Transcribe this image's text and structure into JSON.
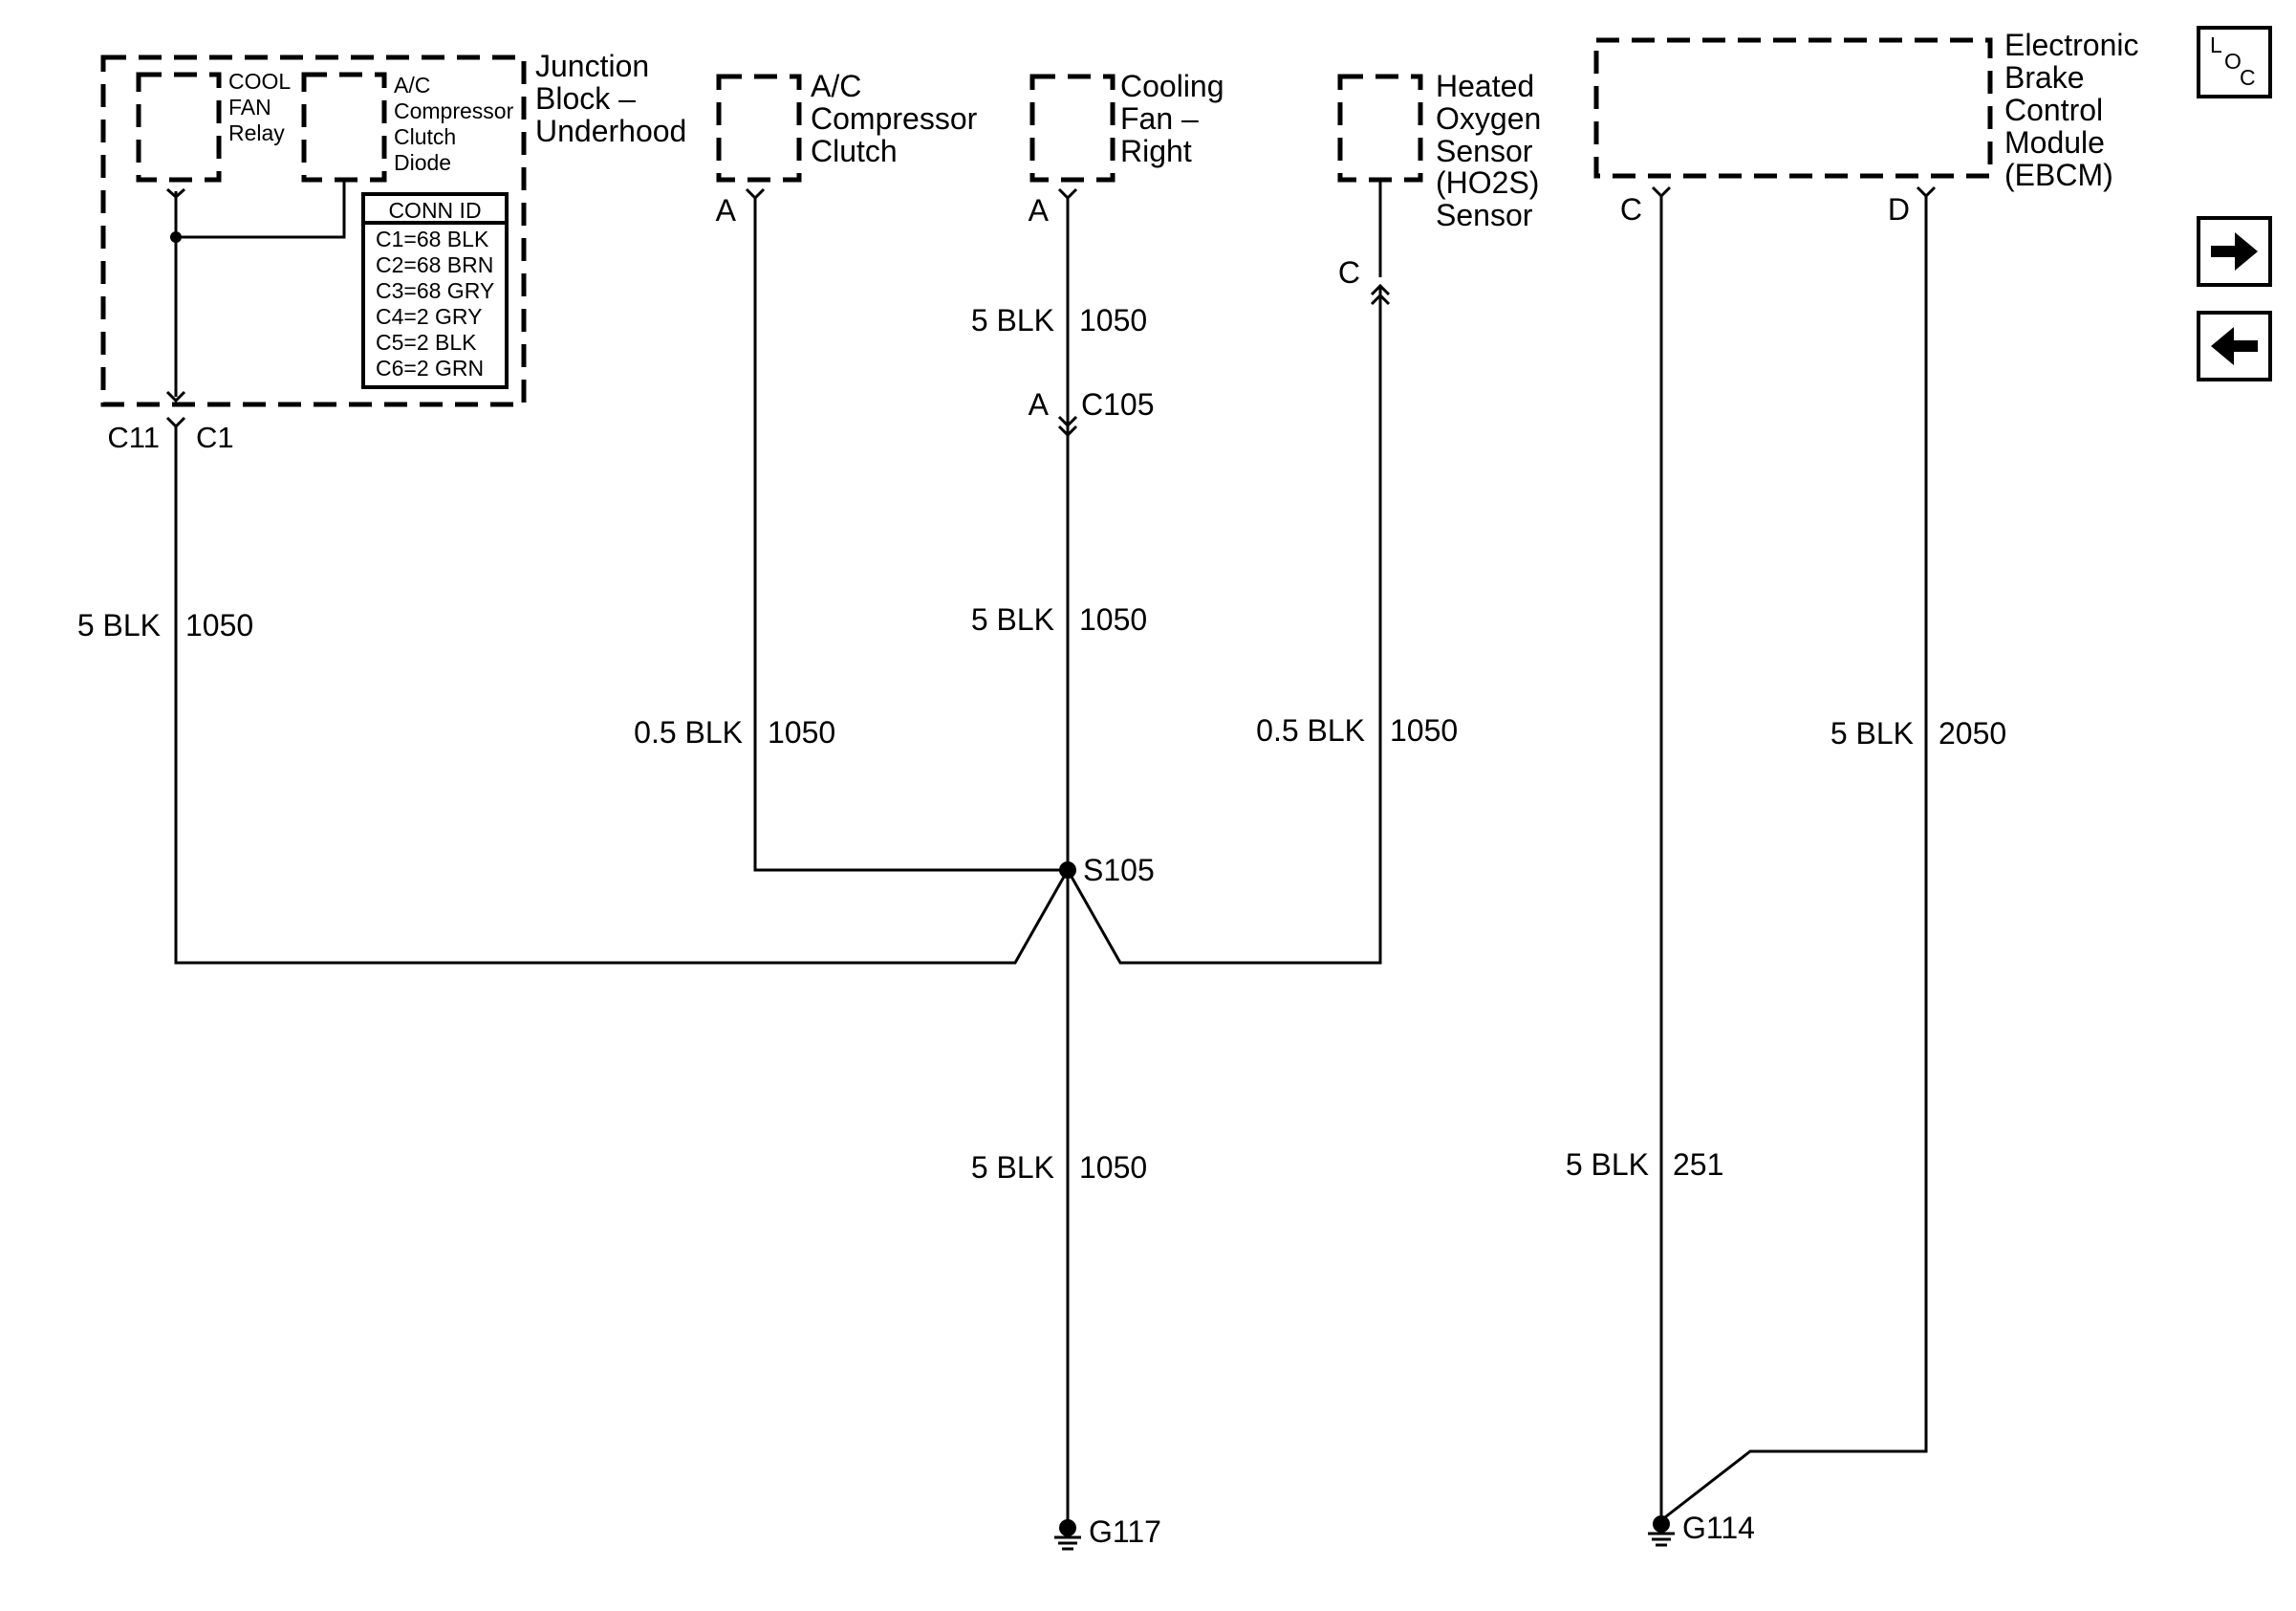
{
  "components": {
    "junction_block": [
      "Junction",
      "Block –",
      "Underhood"
    ],
    "cool_fan_relay": [
      "COOL",
      "FAN",
      "Relay"
    ],
    "ac_clutch_diode": [
      "A/C",
      "Compressor",
      "Clutch",
      "Diode"
    ],
    "ac_compressor_clutch": [
      "A/C",
      "Compressor",
      "Clutch"
    ],
    "cooling_fan_right": [
      "Cooling",
      "Fan –",
      "Right"
    ],
    "ho2s": [
      "Heated",
      "Oxygen",
      "Sensor",
      "(HO2S)",
      "Sensor"
    ],
    "ebcm": [
      "Electronic",
      "Brake",
      "Control",
      "Module",
      "(EBCM)"
    ]
  },
  "conn_id": {
    "title": "CONN ID",
    "rows": [
      "C1=68 BLK",
      "C2=68 BRN",
      "C3=68 GRY",
      "C4=2 GRY",
      "C5=2 BLK",
      "C6=2 GRN"
    ]
  },
  "connectors": {
    "jb_left": "C11",
    "jb_right": "C1",
    "ac_pin": "A",
    "fan_pin": "A",
    "c105_pin": "A",
    "c105": "C105",
    "ho2s_pin": "C",
    "ebcm_c": "C",
    "ebcm_d": "D"
  },
  "wires": {
    "jb_gauge": "5 BLK",
    "jb_circuit": "1050",
    "ac_gauge": "0.5 BLK",
    "ac_circuit": "1050",
    "fan_upper_gauge": "5 BLK",
    "fan_upper_circuit": "1050",
    "fan_mid_gauge": "5 BLK",
    "fan_mid_circuit": "1050",
    "fan_lower_gauge": "5 BLK",
    "fan_lower_circuit": "1050",
    "ho2s_gauge": "0.5 BLK",
    "ho2s_circuit": "1050",
    "ebcm_d_gauge": "5 BLK",
    "ebcm_d_circuit": "2050",
    "ebcm_c_gauge": "5 BLK",
    "ebcm_c_circuit": "251"
  },
  "splices": {
    "s105": "S105"
  },
  "grounds": {
    "g117": "G117",
    "g114": "G114"
  },
  "nav": {
    "loc_l": "L",
    "loc_o": "O",
    "loc_c": "C",
    "forward_icon": "arrow-right-icon",
    "back_icon": "arrow-left-icon"
  }
}
